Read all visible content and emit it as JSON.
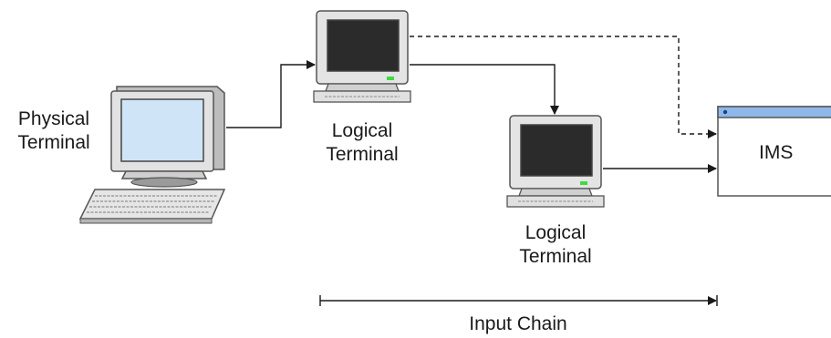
{
  "physical_terminal": {
    "line1": "Physical",
    "line2": "Terminal",
    "icon": "desktop-computer-icon"
  },
  "logical_terminal_1": {
    "line1": "Logical",
    "line2": "Terminal",
    "icon": "monitor-icon"
  },
  "logical_terminal_2": {
    "line1": "Logical",
    "line2": "Terminal",
    "icon": "monitor-icon"
  },
  "ims": {
    "label": "IMS",
    "title_bar_color": "#8fb8e8"
  },
  "input_chain": {
    "label": "Input Chain"
  },
  "colors": {
    "line": "#1a1a1a",
    "screen_dark": "#2b2b2b",
    "screen_light": "#cfe5f7",
    "case": "#d9d9d9",
    "led": "#3ddc3d"
  }
}
